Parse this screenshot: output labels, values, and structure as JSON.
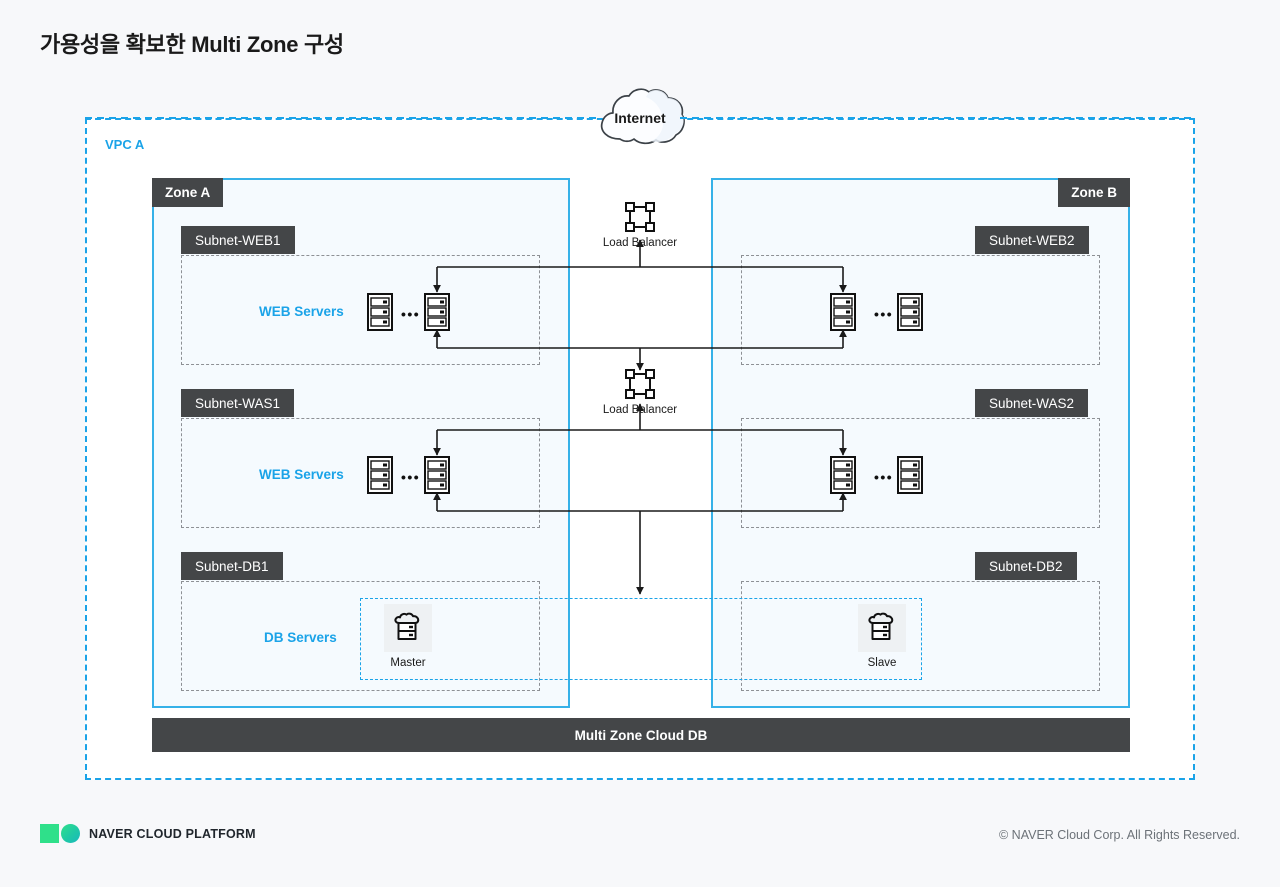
{
  "title": "가용성을 확보한 Multi Zone 구성",
  "vpc": {
    "label": "VPC A"
  },
  "internet": {
    "label": "Internet",
    "icon": "cloud-icon"
  },
  "zones": [
    {
      "id": "zone-a",
      "label": "Zone A"
    },
    {
      "id": "zone-b",
      "label": "Zone B"
    }
  ],
  "subnets": [
    {
      "id": "web1",
      "label": "Subnet-WEB1",
      "row_label": "WEB Servers"
    },
    {
      "id": "was1",
      "label": "Subnet-WAS1",
      "row_label": "WEB Servers"
    },
    {
      "id": "db1",
      "label": "Subnet-DB1",
      "row_label": "DB Servers"
    },
    {
      "id": "web2",
      "label": "Subnet-WEB2",
      "row_label": ""
    },
    {
      "id": "was2",
      "label": "Subnet-WAS2",
      "row_label": ""
    },
    {
      "id": "db2",
      "label": "Subnet-DB2",
      "row_label": ""
    }
  ],
  "load_balancers": [
    {
      "id": "lb-web",
      "label": "Load Balancer",
      "icon": "load-balancer-icon"
    },
    {
      "id": "lb-was",
      "label": "Load Balancer",
      "icon": "load-balancer-icon"
    }
  ],
  "db_nodes": [
    {
      "id": "master",
      "label": "Master",
      "icon": "cloud-db-icon"
    },
    {
      "id": "slave",
      "label": "Slave",
      "icon": "cloud-db-icon"
    }
  ],
  "ellipsis": "•••",
  "multi_zone_bar": {
    "label": "Multi Zone Cloud DB"
  },
  "footer": {
    "logo_text_bold": "NAVER",
    "logo_text_rest": "CLOUD PLATFORM",
    "copyright": "© NAVER Cloud Corp. All Rights Reserved."
  },
  "colors": {
    "accent_blue": "#1aa3e8",
    "zone_border": "#36b1e8",
    "dark_tab": "#444648",
    "subnet_dash": "#8d9095",
    "zone_fill": "#f5fafe",
    "page_bg": "#f7f8fa",
    "logo_green": "#2fe08a"
  }
}
